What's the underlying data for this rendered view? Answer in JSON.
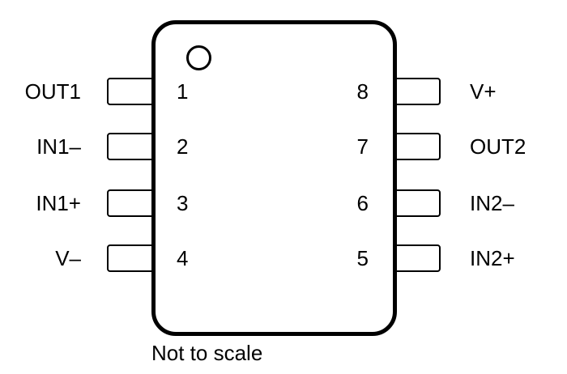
{
  "diagram": {
    "type": "ic-pinout",
    "note": "Not to scale",
    "colors": {
      "stroke": "#000000",
      "background": "#ffffff",
      "text": "#000000"
    },
    "pins": {
      "left": [
        {
          "number": "1",
          "label": "OUT1"
        },
        {
          "number": "2",
          "label": "IN1–"
        },
        {
          "number": "3",
          "label": "IN1+"
        },
        {
          "number": "4",
          "label": "V–"
        }
      ],
      "right": [
        {
          "number": "8",
          "label": "V+"
        },
        {
          "number": "7",
          "label": "OUT2"
        },
        {
          "number": "6",
          "label": "IN2–"
        },
        {
          "number": "5",
          "label": "IN2+"
        }
      ]
    }
  }
}
